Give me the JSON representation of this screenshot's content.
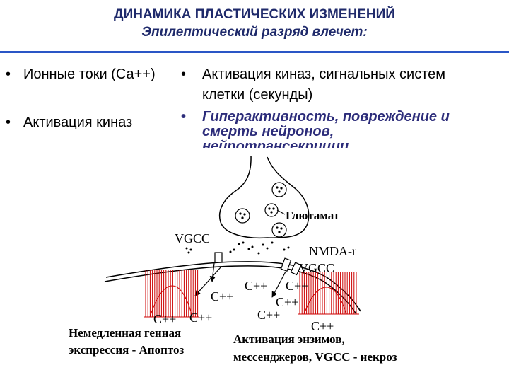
{
  "header": {
    "title": "ДИНАМИКА ПЛАСТИЧЕСКИХ ИЗМЕНЕНИЙ",
    "subtitle": "Эпилептический разряд влечет:"
  },
  "left_bullets": [
    "Ионные токи (Са++)",
    "Активация киназ"
  ],
  "right_bullets": [
    {
      "line1": "Активация киназ, сигнальных систем",
      "line2": "клетки (секунды)"
    },
    {
      "line1": "Гиперактивность, повреждение и",
      "line2": "смерть нейронов,",
      "line3": "нейротрансекриции"
    }
  ],
  "diagram": {
    "glutamate": "Глютамат",
    "vgcc_left": "VGCC",
    "nmda": "NMDA-r",
    "vgcc_right": "VGCC",
    "ca_labels": [
      "C++",
      "C++",
      "C++",
      "C++",
      "C++",
      "C++",
      "C++",
      "C++"
    ],
    "caption_left_1": "Немедленная генная",
    "caption_left_2": "экспрессия - Апоптоз",
    "caption_right_1": "Активация энзимов,",
    "caption_right_2": "мессенджеров, VGCC - некроз",
    "spike_color": "#cc0000"
  }
}
